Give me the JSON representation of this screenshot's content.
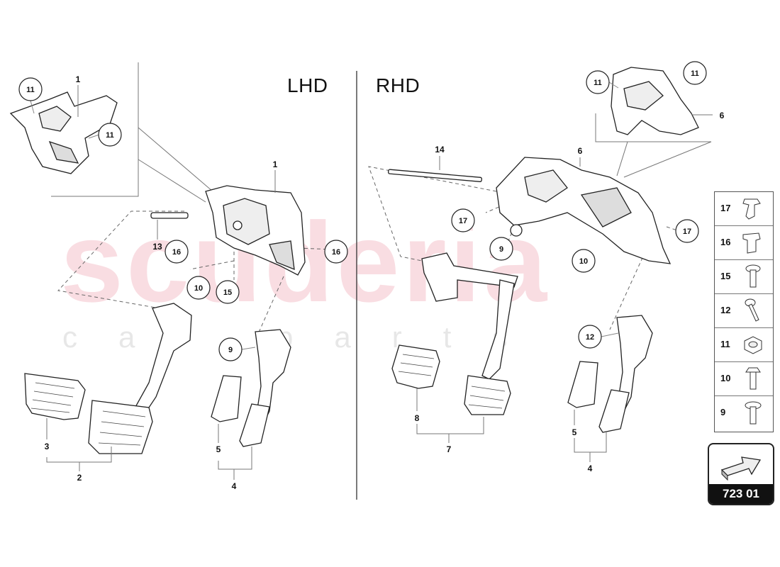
{
  "watermark": {
    "main": "scuderia",
    "sub": "car parts"
  },
  "sections": {
    "left": "LHD",
    "right": "RHD"
  },
  "callouts": [
    {
      "id": "c-11-a",
      "num": "11"
    },
    {
      "id": "c-11-b",
      "num": "11"
    },
    {
      "id": "c-16-a",
      "num": "16"
    },
    {
      "id": "c-16-b",
      "num": "16"
    },
    {
      "id": "c-10-a",
      "num": "10"
    },
    {
      "id": "c-15-a",
      "num": "15"
    },
    {
      "id": "c-9-a",
      "num": "9"
    },
    {
      "id": "c-11-c",
      "num": "11"
    },
    {
      "id": "c-11-d",
      "num": "11"
    },
    {
      "id": "c-17-a",
      "num": "17"
    },
    {
      "id": "c-17-b",
      "num": "17"
    },
    {
      "id": "c-9-b",
      "num": "9"
    },
    {
      "id": "c-10-b",
      "num": "10"
    },
    {
      "id": "c-12-a",
      "num": "12"
    }
  ],
  "labels": [
    {
      "id": "l-1-a",
      "num": "1"
    },
    {
      "id": "l-1-b",
      "num": "1"
    },
    {
      "id": "l-13",
      "num": "13"
    },
    {
      "id": "l-3",
      "num": "3"
    },
    {
      "id": "l-2",
      "num": "2"
    },
    {
      "id": "l-5-a",
      "num": "5"
    },
    {
      "id": "l-4-a",
      "num": "4"
    },
    {
      "id": "l-14",
      "num": "14"
    },
    {
      "id": "l-6-a",
      "num": "6"
    },
    {
      "id": "l-6-b",
      "num": "6"
    },
    {
      "id": "l-8",
      "num": "8"
    },
    {
      "id": "l-7",
      "num": "7"
    },
    {
      "id": "l-5-b",
      "num": "5"
    },
    {
      "id": "l-4-b",
      "num": "4"
    }
  ],
  "legend": [
    "17",
    "16",
    "15",
    "12",
    "11",
    "10",
    "9"
  ],
  "reference": "723 01"
}
